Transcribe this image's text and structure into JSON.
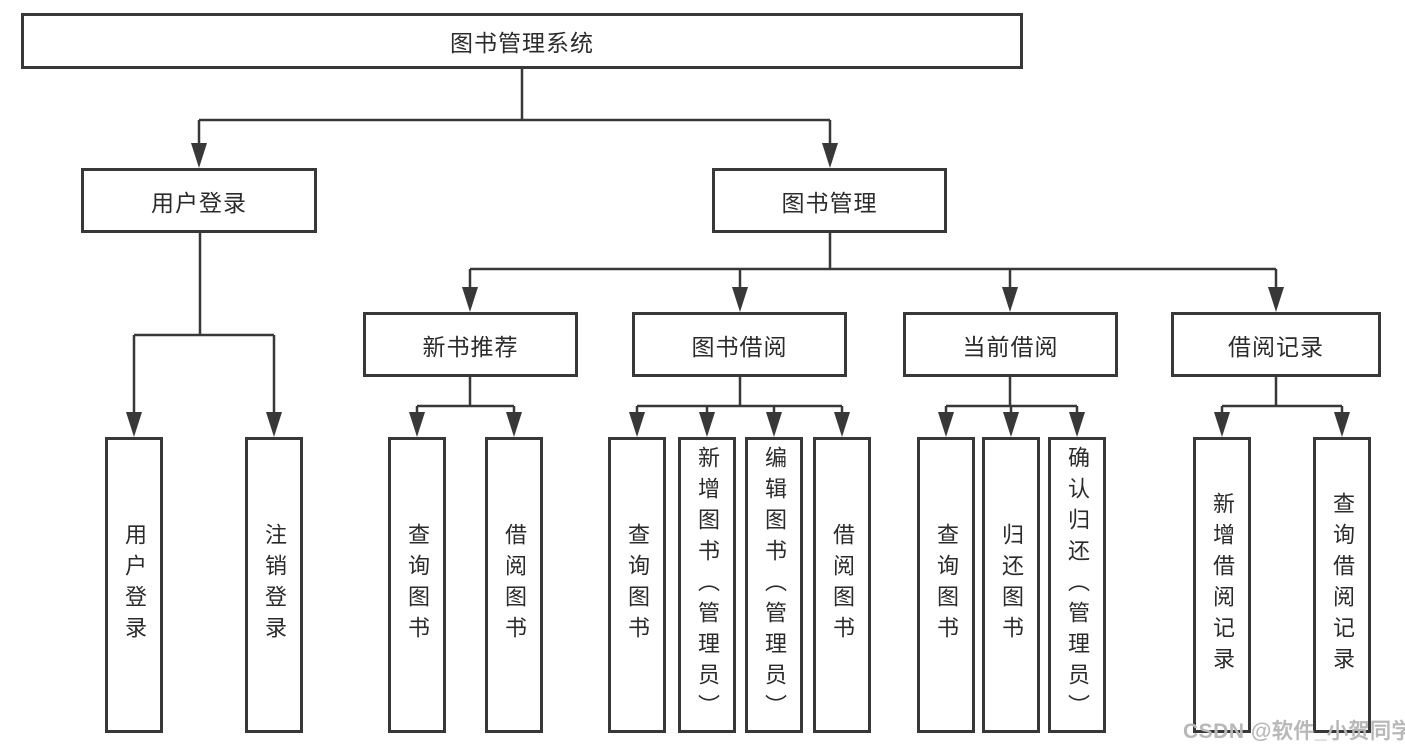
{
  "diagram": {
    "root": {
      "label": "图书管理系统"
    },
    "branches": [
      {
        "label": "用户登录",
        "children": [
          {
            "label": "用户登录"
          },
          {
            "label": "注销登录"
          }
        ]
      },
      {
        "label": "图书管理",
        "children": [
          {
            "label": "新书推荐",
            "children": [
              {
                "label": "查询图书"
              },
              {
                "label": "借阅图书"
              }
            ]
          },
          {
            "label": "图书借阅",
            "children": [
              {
                "label": "查询图书"
              },
              {
                "label": "新增图书（管理员）"
              },
              {
                "label": "编辑图书（管理员）"
              },
              {
                "label": "借阅图书"
              }
            ]
          },
          {
            "label": "当前借阅",
            "children": [
              {
                "label": "查询图书"
              },
              {
                "label": "归还图书"
              },
              {
                "label": "确认归还（管理员）"
              }
            ]
          },
          {
            "label": "借阅记录",
            "children": [
              {
                "label": "新增借阅记录"
              },
              {
                "label": "查询借阅记录"
              }
            ]
          }
        ]
      }
    ]
  },
  "watermark": {
    "text": "CSDN @软件_小贺同学"
  },
  "colors": {
    "line": "#383838",
    "text": "#2b2b2b",
    "watermark": "#b8b8b8"
  }
}
